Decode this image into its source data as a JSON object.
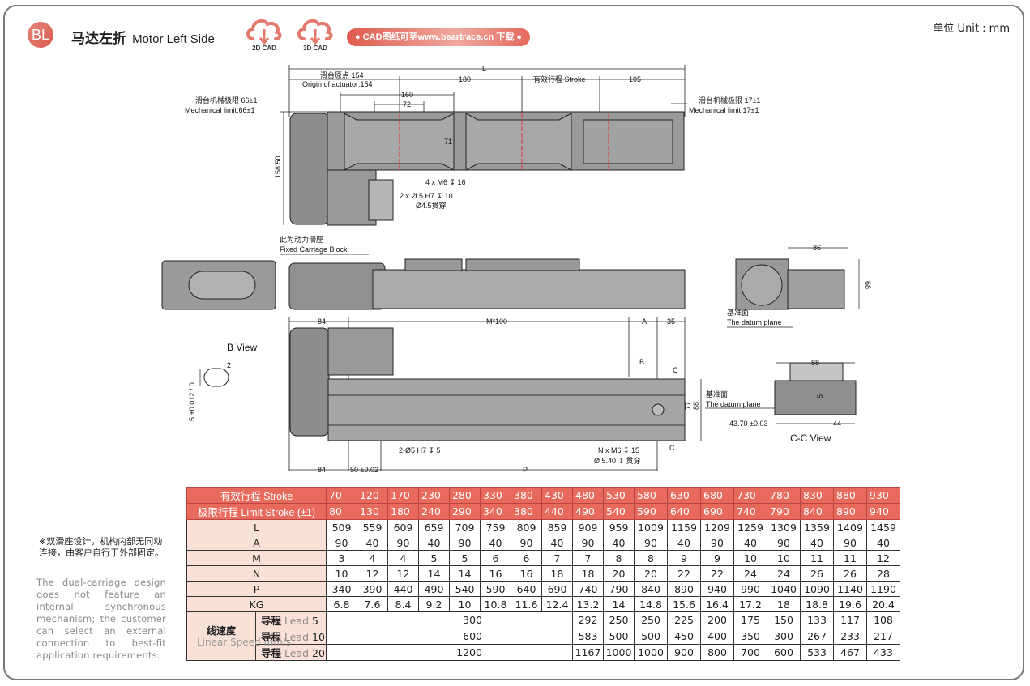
{
  "header": {
    "badge": "BL",
    "title_cn": "马达左折",
    "title_en": "Motor Left Side",
    "cad_buttons": [
      {
        "label": "2D CAD",
        "icon": "cloud-download-icon"
      },
      {
        "label": "3D CAD",
        "icon": "cloud-download-icon"
      }
    ],
    "download_pill": "● CAD图纸可至www.beartrace.cn 下载 ●",
    "unit": "单位  Unit : mm",
    "accent_color": "#e86a5c"
  },
  "drawing": {
    "top_view": {
      "L": "L",
      "origin_cn": "滑台原点 154",
      "origin_en": "Origin of actuator:154",
      "dim_180": "180",
      "stroke": "有效行程 Stroke",
      "dim_105": "105",
      "dim_160": "160",
      "dim_72": "72",
      "dim_71": "71",
      "height": "158.50",
      "mech_left_cn": "滑台机械极限 66±1",
      "mech_left_en": "Mechanical limit:66±1",
      "mech_right_cn": "滑台机械极限 17±1",
      "mech_right_en": "Mechanical limit:17±1",
      "hole1": "4 x M6 ↧ 16",
      "hole2": "2 x Ø 5 H7 ↧ 10",
      "hole3": "Ø4.5贯穿"
    },
    "side_view": {
      "label_cn": "此为动力滑座",
      "label_en": "Fixed Carriage Block"
    },
    "end_view": {
      "dim_86": "86",
      "dim_68": "68",
      "datum_cn": "基准面",
      "datum_en": "The datum plane"
    },
    "bottom_view": {
      "dim_84_top": "84",
      "m100": "M*100",
      "A": "A",
      "dim_35": "35",
      "B": "B",
      "C": "C",
      "dim_77": "77",
      "dim_88": "88",
      "hole_left": "2-Ø5 H7 ↧ 5",
      "hole_right1": "N x M6 ↧ 15",
      "hole_right2": "Ø 5.40 ↧ 贯穿",
      "dim_84_bottom": "84",
      "dim_50": "50 ±0.02",
      "P": "P"
    },
    "b_view": {
      "title": "B View",
      "dim_2": "2",
      "tol": "5 +0.012 / 0"
    },
    "cc_view": {
      "title": "C-C View",
      "dim_88": "88",
      "dim_5": "5",
      "datum_cn": "基准面",
      "datum_en": "The datum plane",
      "dim_4370": "43.70 ±0.03",
      "dim_44": "44"
    }
  },
  "note": {
    "cn": "※双滑座设计，机构内部无同动连接，由客户自行于外部固定。",
    "en_lines": [
      "The dual-carriage design",
      "does not feature an",
      "internal synchronous",
      "mechanism; the customer",
      "can select an external",
      "connection to best-fit",
      "application requirements."
    ]
  },
  "table": {
    "stroke_label": "有效行程 Stroke",
    "limit_label": "极限行程 Limit Stroke (±1)",
    "stroke": [
      "70",
      "120",
      "170",
      "230",
      "280",
      "330",
      "380",
      "430",
      "480",
      "530",
      "580",
      "630",
      "680",
      "730",
      "780",
      "830",
      "880",
      "930"
    ],
    "limit": [
      "80",
      "130",
      "180",
      "240",
      "290",
      "340",
      "380",
      "440",
      "490",
      "540",
      "590",
      "640",
      "690",
      "740",
      "790",
      "840",
      "890",
      "940"
    ],
    "rows": [
      {
        "label": "L",
        "values": [
          "509",
          "559",
          "609",
          "659",
          "709",
          "759",
          "809",
          "859",
          "909",
          "959",
          "1009",
          "1159",
          "1209",
          "1259",
          "1309",
          "1359",
          "1409",
          "1459"
        ]
      },
      {
        "label": "A",
        "values": [
          "90",
          "40",
          "90",
          "40",
          "90",
          "40",
          "90",
          "40",
          "90",
          "40",
          "90",
          "40",
          "90",
          "40",
          "90",
          "40",
          "90",
          "40"
        ]
      },
      {
        "label": "M",
        "values": [
          "3",
          "4",
          "4",
          "5",
          "5",
          "6",
          "6",
          "7",
          "7",
          "8",
          "8",
          "9",
          "9",
          "10",
          "10",
          "11",
          "11",
          "12"
        ]
      },
      {
        "label": "N",
        "values": [
          "10",
          "12",
          "12",
          "14",
          "14",
          "16",
          "16",
          "18",
          "18",
          "20",
          "20",
          "22",
          "22",
          "24",
          "24",
          "26",
          "26",
          "28"
        ]
      },
      {
        "label": "P",
        "values": [
          "340",
          "390",
          "440",
          "490",
          "540",
          "590",
          "640",
          "690",
          "740",
          "790",
          "840",
          "890",
          "940",
          "990",
          "1040",
          "1090",
          "1140",
          "1190"
        ]
      },
      {
        "label": "KG",
        "values": [
          "6.8",
          "7.6",
          "8.4",
          "9.2",
          "10",
          "10.8",
          "11.6",
          "12.4",
          "13.2",
          "14",
          "14.8",
          "15.6",
          "16.4",
          "17.2",
          "18",
          "18.8",
          "19.6",
          "20.4"
        ]
      }
    ],
    "speed_label_cn": "线速度",
    "speed_label_en": "Linear Speed mm/s",
    "leads": [
      {
        "cn": "导程",
        "en": "Lead",
        "n": "5",
        "shared": "300",
        "values": [
          "292",
          "250",
          "250",
          "225",
          "200",
          "175",
          "150",
          "133",
          "117",
          "108"
        ]
      },
      {
        "cn": "导程",
        "en": "Lead",
        "n": "10",
        "shared": "600",
        "values": [
          "583",
          "500",
          "500",
          "450",
          "400",
          "350",
          "300",
          "267",
          "233",
          "217"
        ]
      },
      {
        "cn": "导程",
        "en": "Lead",
        "n": "20",
        "shared": "1200",
        "values": [
          "1167",
          "1000",
          "1000",
          "900",
          "800",
          "700",
          "600",
          "533",
          "467",
          "433"
        ]
      }
    ]
  }
}
